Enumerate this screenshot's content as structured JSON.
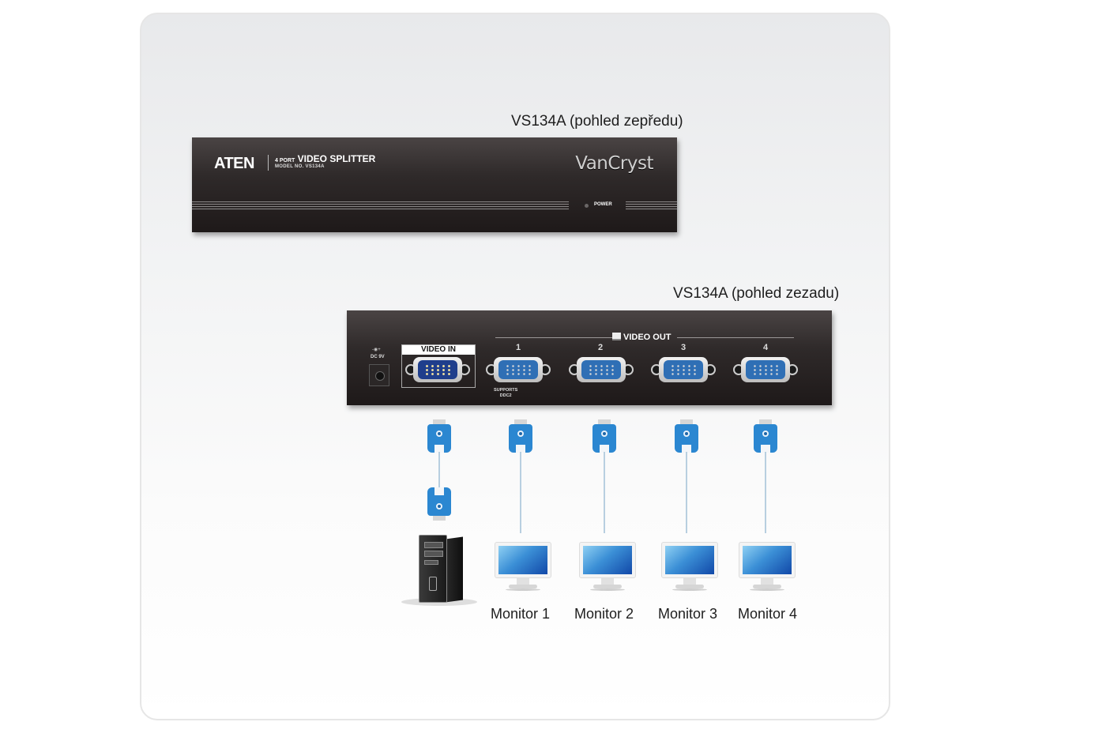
{
  "captions": {
    "front": "VS134A (pohled zepředu)",
    "rear": "VS134A (pohled zezadu)"
  },
  "front_panel": {
    "logo": "ATEN",
    "product_prefix": "4 PORT",
    "product_name": "VIDEO SPLITTER",
    "model": "MODEL NO. VS134A",
    "brand": "VanCryst",
    "power_label": "POWER"
  },
  "rear_panel": {
    "dc_label": "DC 9V",
    "video_in_label": "VIDEO IN",
    "video_out_label": "VIDEO OUT",
    "ports": [
      "1",
      "2",
      "3",
      "4"
    ],
    "ddc_note_line1": "SUPPORTS",
    "ddc_note_line2": "DDC2"
  },
  "devices": {
    "source": "computer",
    "monitors": [
      "Monitor 1",
      "Monitor 2",
      "Monitor 3",
      "Monitor 4"
    ]
  },
  "colors": {
    "device_body": "#2f2a2a",
    "connector_blue": "#2b87d1",
    "vga_in_face": "#1f3e8c",
    "vga_out_face": "#2f6fb5"
  }
}
